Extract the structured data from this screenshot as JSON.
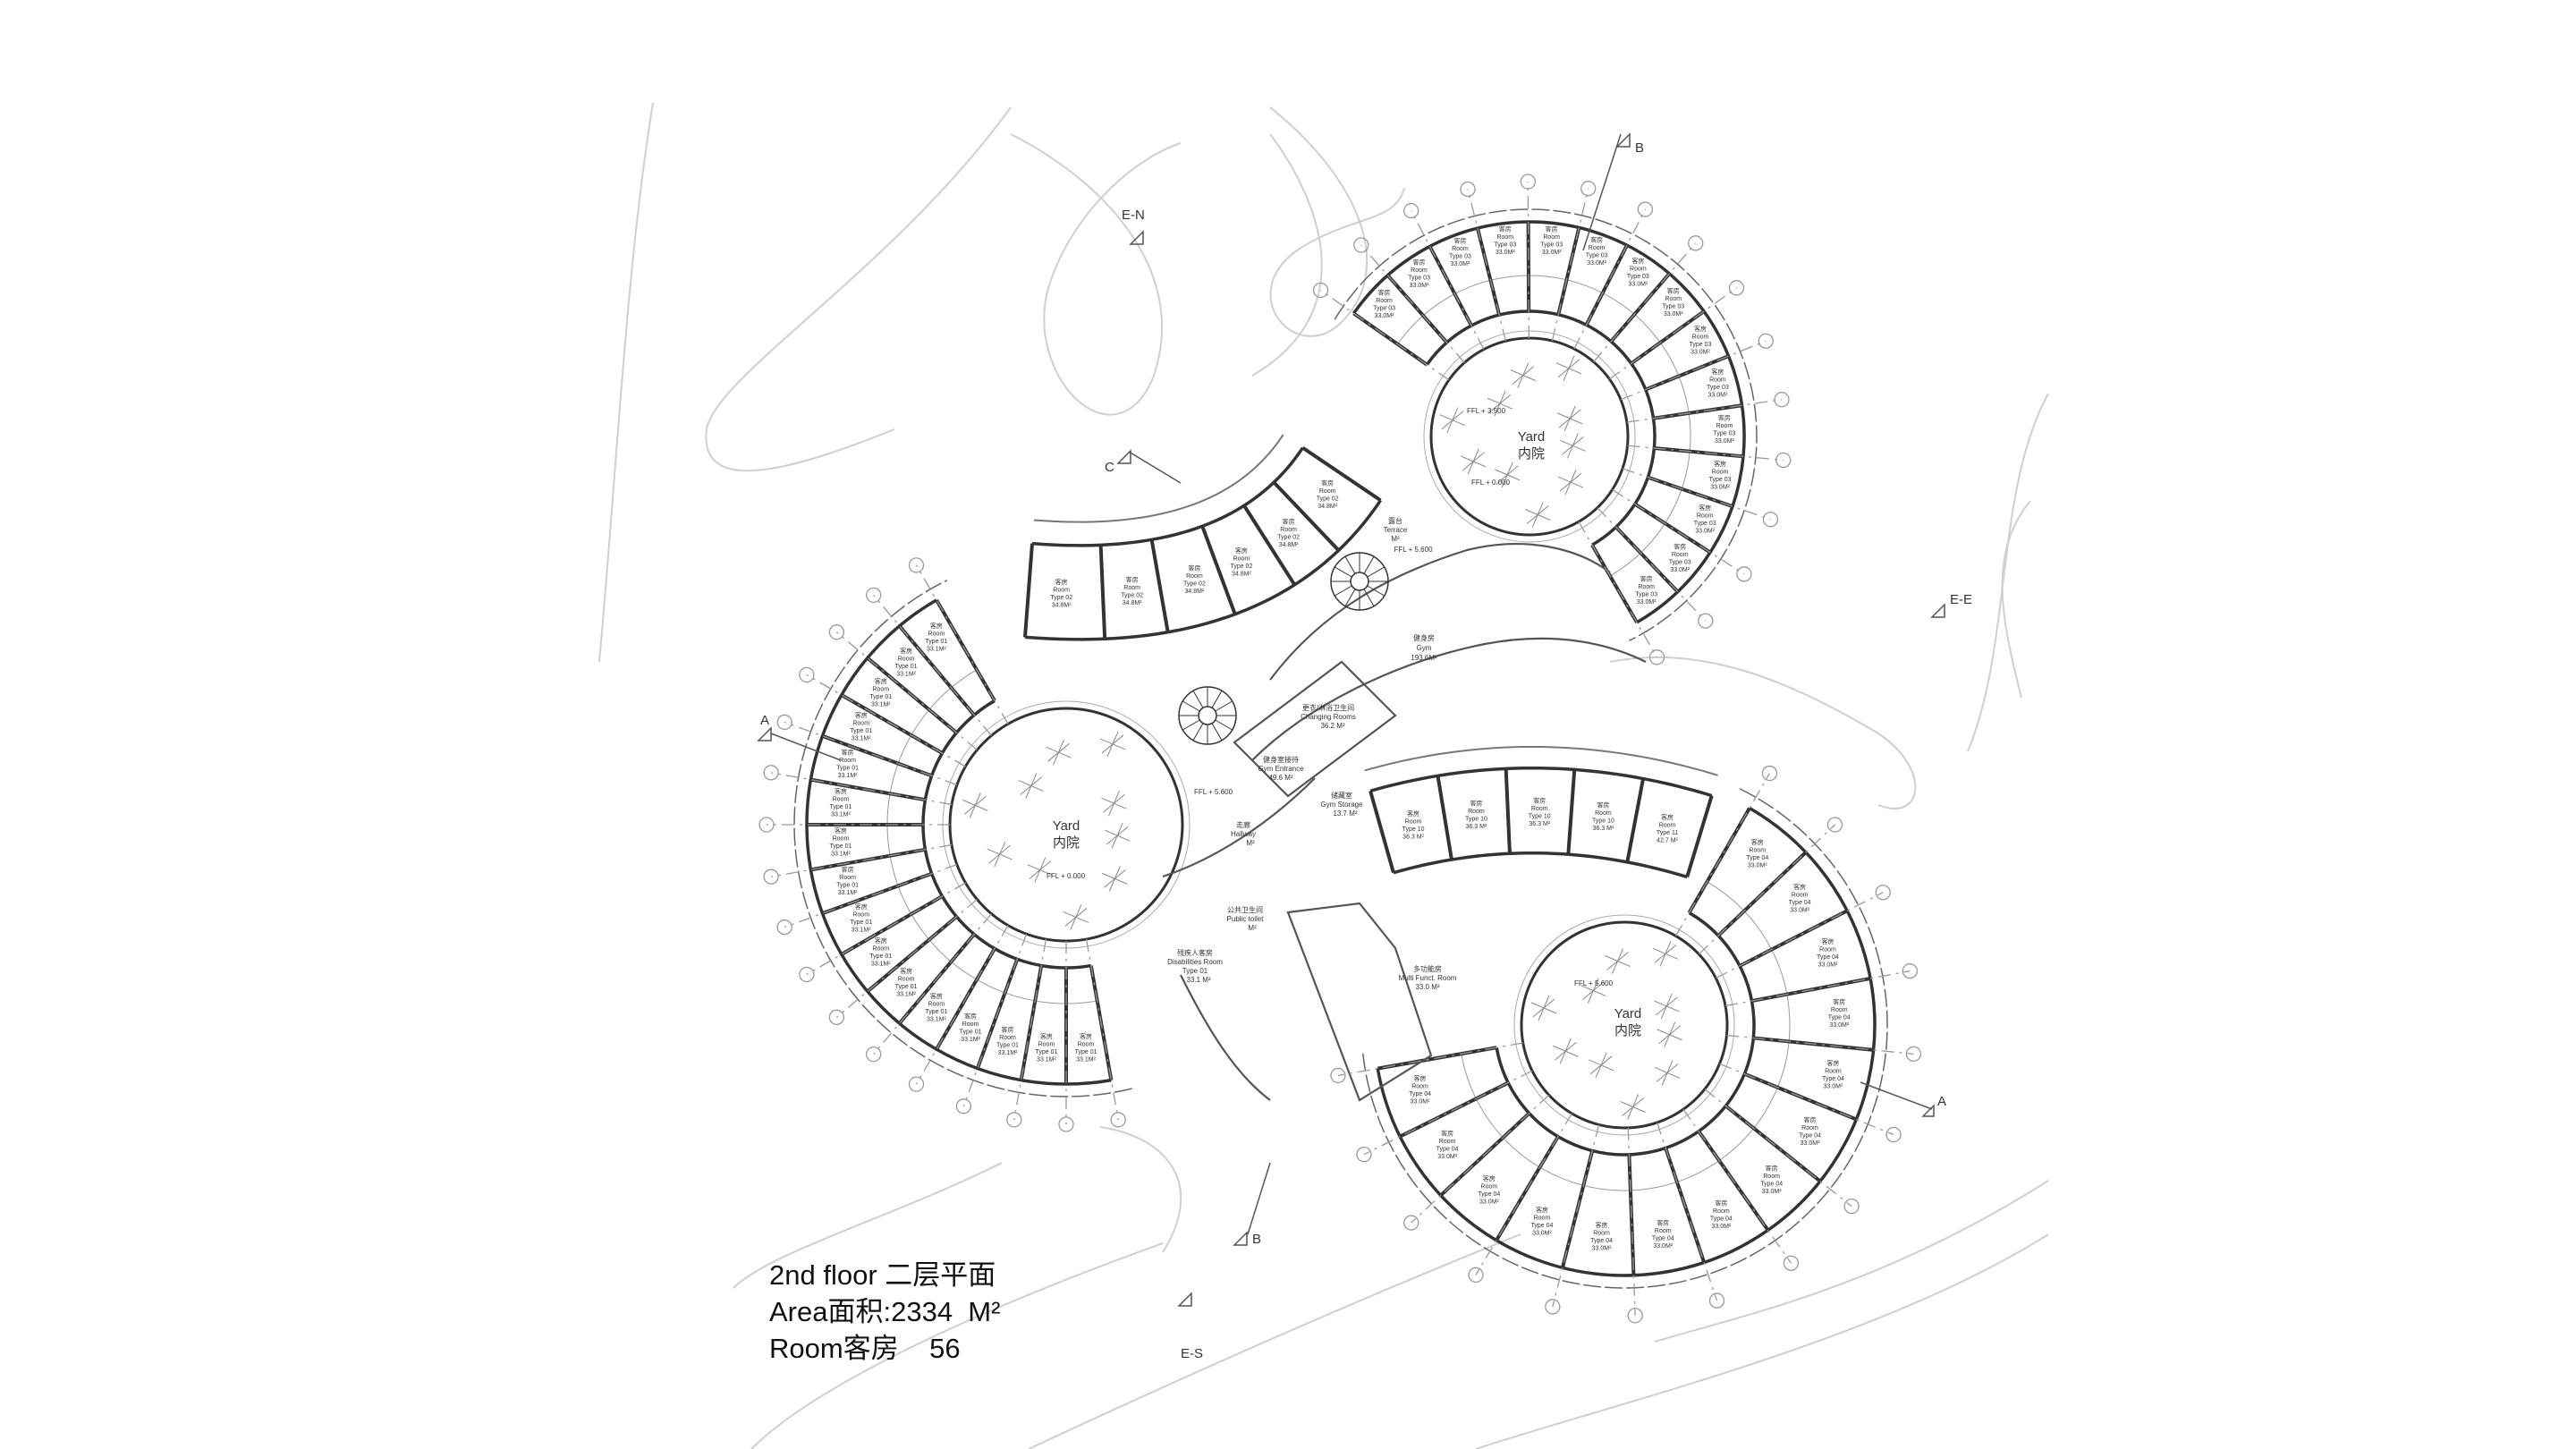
{
  "title_block": {
    "floor": "2nd floor 二层平面",
    "area": "Area面积:2334  M²",
    "rooms": "Room客房    56"
  },
  "section_markers": [
    "A",
    "A",
    "B",
    "B",
    "C",
    "E-N",
    "E-E",
    "E-S"
  ],
  "yards": [
    {
      "label_en": "Yard",
      "label_cn": "内院",
      "ffl_upper": "FFL + 3.500",
      "ffl_lower": "FFL + 0.000"
    },
    {
      "label_en": "Yard",
      "label_cn": "内院",
      "ffl_upper": "FFL + 5.600",
      "ffl_lower": "FFL + 0.000"
    },
    {
      "label_en": "Yard",
      "label_cn": "内院",
      "ffl_upper": "FFL + 5.600",
      "ffl_lower": ""
    }
  ],
  "facilities": {
    "gym": {
      "cn": "健身房",
      "en": "Gym",
      "area": "193.6M²"
    },
    "changing": {
      "cn": "更衣/淋浴卫生间",
      "en": "Changing Rooms",
      "area": "36.2 M²"
    },
    "gym_entrance": {
      "cn": "健身室接待",
      "en": "Gym Entrance",
      "area": "49.6 M²"
    },
    "gym_storage": {
      "cn": "储藏室",
      "en": "Gym Storage",
      "area": "13.7 M²"
    },
    "terrace": {
      "cn": "露台",
      "en": "Terrace",
      "area": "M²",
      "ffl": "FFL + 5.600"
    },
    "multi": {
      "cn": "多功能房",
      "en": "Multi Funct. Room",
      "area": "33.0 M²"
    },
    "disabled": {
      "cn": "残疾人客房",
      "en": "Disabilities Room",
      "type": "Type 01",
      "area": "33.1 M²"
    },
    "toilet": {
      "cn": "公共卫生间",
      "en": "Public toilet",
      "area": "M²"
    },
    "hallway": {
      "cn": "走廊",
      "en": "Hallway",
      "area": "M²"
    }
  },
  "room_label_cn": "客房",
  "room_label_en": "Room",
  "rings": [
    {
      "name": "top",
      "rooms": [
        {
          "type": "Type 03",
          "area": "33.0M²"
        },
        {
          "type": "Type 03",
          "area": "33.0M²"
        },
        {
          "type": "Type 03",
          "area": "33.0M²"
        },
        {
          "type": "Type 03",
          "area": "33.0M²"
        },
        {
          "type": "Type 03",
          "area": "33.0M²"
        },
        {
          "type": "Type 03",
          "area": "33.0M²"
        },
        {
          "type": "Type 03",
          "area": "33.0M²"
        },
        {
          "type": "Type 03",
          "area": "33.0M²"
        },
        {
          "type": "Type 03",
          "area": "33.0M²"
        },
        {
          "type": "Type 03",
          "area": "33.0M²"
        },
        {
          "type": "Type 03",
          "area": "33.0M²"
        },
        {
          "type": "Type 03",
          "area": "33.0M²"
        },
        {
          "type": "Type 03",
          "area": "33.0M²"
        },
        {
          "type": "Type 03",
          "area": "33.0M²"
        },
        {
          "type": "Type 03",
          "area": "33.0M²"
        }
      ]
    },
    {
      "name": "left",
      "rooms": [
        {
          "type": "Type 01",
          "area": "33.1M²"
        },
        {
          "type": "Type 01",
          "area": "33.1M²"
        },
        {
          "type": "Type 01",
          "area": "33.1M²"
        },
        {
          "type": "Type 01",
          "area": "33.1M²"
        },
        {
          "type": "Type 01",
          "area": "33.1M²"
        },
        {
          "type": "Type 01",
          "area": "33.1M²"
        },
        {
          "type": "Type 01",
          "area": "33.1M²"
        },
        {
          "type": "Type 01",
          "area": "33.1M²"
        },
        {
          "type": "Type 01",
          "area": "33.1M²"
        },
        {
          "type": "Type 01",
          "area": "33.1M²"
        },
        {
          "type": "Type 01",
          "area": "33.1M²"
        },
        {
          "type": "Type 01",
          "area": "33.1M²"
        },
        {
          "type": "Type 01",
          "area": "33.1M²"
        },
        {
          "type": "Type 01",
          "area": "33.1M²"
        },
        {
          "type": "Type 01",
          "area": "33.1M²"
        },
        {
          "type": "Type 01",
          "area": "33.1M²"
        }
      ]
    },
    {
      "name": "bottom-right",
      "rooms": [
        {
          "type": "Type 04",
          "area": "33.0M²"
        },
        {
          "type": "Type 04",
          "area": "33.0M²"
        },
        {
          "type": "Type 04",
          "area": "33.0M²"
        },
        {
          "type": "Type 04",
          "area": "33.0M²"
        },
        {
          "type": "Type 04",
          "area": "33.0M²"
        },
        {
          "type": "Type 04",
          "area": "33.0M²"
        },
        {
          "type": "Type 04",
          "area": "33.0M²"
        },
        {
          "type": "Type 04",
          "area": "33.0M²"
        },
        {
          "type": "Type 04",
          "area": "33.0M²"
        },
        {
          "type": "Type 04",
          "area": "33.0M²"
        },
        {
          "type": "Type 04",
          "area": "33.0M²"
        },
        {
          "type": "Type 04",
          "area": "33.0M²"
        },
        {
          "type": "Type 04",
          "area": "33.0M²"
        },
        {
          "type": "Type 04",
          "area": "33.0M²"
        }
      ]
    }
  ],
  "arms": [
    {
      "name": "north-west-arm",
      "rooms": [
        {
          "type": "Type 02",
          "area": "34.8M²"
        },
        {
          "type": "Type 02",
          "area": "34.8M²"
        },
        {
          "type": "Type 02",
          "area": "34.8M²"
        },
        {
          "type": "Type 02",
          "area": "34.8M²"
        },
        {
          "type": "Type 02",
          "area": "34.8M²"
        },
        {
          "type": "Type 02",
          "area": "34.8M²"
        }
      ]
    },
    {
      "name": "south-east-arm",
      "rooms": [
        {
          "type": "Type 10",
          "area": "36.3 M²"
        },
        {
          "type": "Type 10",
          "area": "36.3 M²"
        },
        {
          "type": "Type 10",
          "area": "36.3 M²"
        },
        {
          "type": "Type 10",
          "area": "36.3 M²"
        },
        {
          "type": "Type 11",
          "area": "42.7 M²"
        }
      ]
    }
  ],
  "colors": {
    "wall": "#222222",
    "line": "#888888",
    "contour": "#c8c8c8"
  }
}
